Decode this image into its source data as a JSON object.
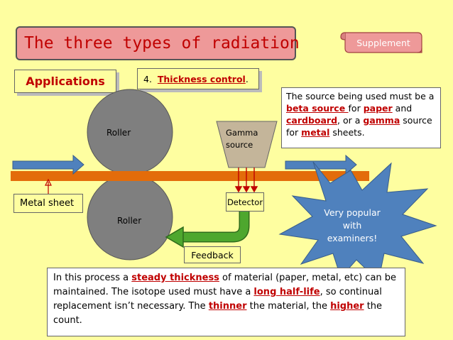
{
  "title": "The three types of radiation",
  "supplement": "Supplement",
  "applications": "Applications",
  "thickness_prefix": "4.  ",
  "thickness_link": "Thickness control",
  "thickness_suffix": ".",
  "note": {
    "t1": "The source being used must be a ",
    "beta": "beta source ",
    "t2": "for ",
    "paper": "paper",
    "t3": " and ",
    "cardboard": "cardboard",
    "t4": ", or a ",
    "gamma": "gamma",
    "t5": " source for ",
    "metal": "metal",
    "t6": " sheets."
  },
  "labels": {
    "roller_top": "Roller",
    "roller_bottom": "Roller",
    "gamma_source": "Gamma source",
    "detector": "Detector",
    "metal_sheet": "Metal sheet",
    "feedback": "Feedback",
    "starburst": "Very popular with examiners!"
  },
  "bottom": {
    "t1": "In this process a ",
    "steady": "steady thickness",
    "t2": " of material (paper, metal, etc) can be maintained.   The isotope used must have a ",
    "halflife": "long half-life",
    "t3": ", so continual replacement isn’t necessary.  The ",
    "thinner": "thinner",
    "t4": " the material, the ",
    "higher": "higher",
    "t5": " the count."
  },
  "colors": {
    "title_bg": "#ee9999",
    "accent_red": "#c00000",
    "sheet": "#e36c0a",
    "arrow_blue": "#4f81bd",
    "feedback_green": "#4ea72e",
    "star_blue": "#4f81bd"
  }
}
